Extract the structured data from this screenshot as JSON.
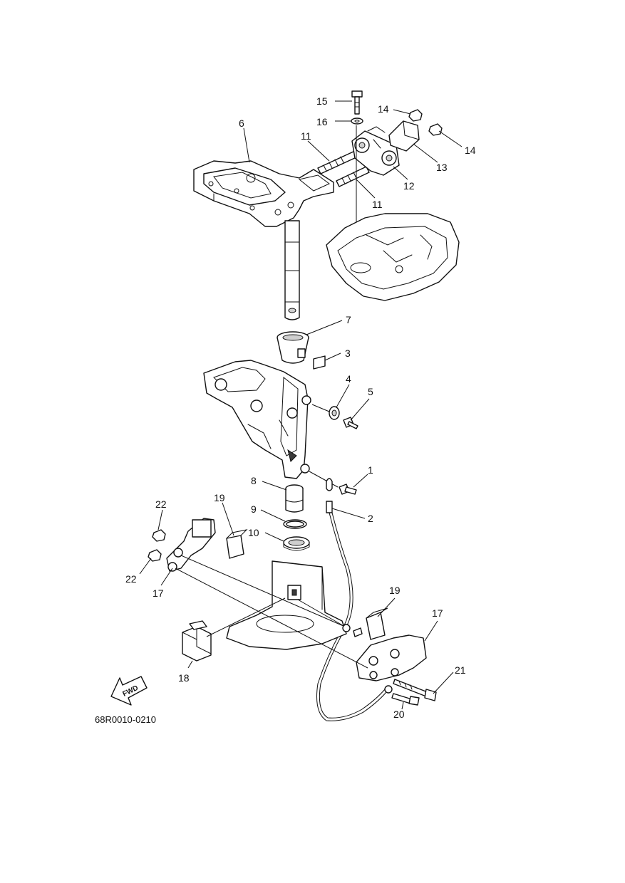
{
  "figure": {
    "code": "68R0010-0210",
    "direction_label": "FWD"
  },
  "callouts": [
    {
      "id": "c15",
      "label": "15"
    },
    {
      "id": "c16",
      "label": "16"
    },
    {
      "id": "c14a",
      "label": "14"
    },
    {
      "id": "c14b",
      "label": "14"
    },
    {
      "id": "c6",
      "label": "6"
    },
    {
      "id": "c11a",
      "label": "11"
    },
    {
      "id": "c11b",
      "label": "11"
    },
    {
      "id": "c13",
      "label": "13"
    },
    {
      "id": "c12",
      "label": "12"
    },
    {
      "id": "c7",
      "label": "7"
    },
    {
      "id": "c3",
      "label": "3"
    },
    {
      "id": "c4",
      "label": "4"
    },
    {
      "id": "c5",
      "label": "5"
    },
    {
      "id": "c1",
      "label": "1"
    },
    {
      "id": "c8",
      "label": "8"
    },
    {
      "id": "c2",
      "label": "2"
    },
    {
      "id": "c9",
      "label": "9"
    },
    {
      "id": "c10",
      "label": "10"
    },
    {
      "id": "c19a",
      "label": "19"
    },
    {
      "id": "c22a",
      "label": "22"
    },
    {
      "id": "c22b",
      "label": "22"
    },
    {
      "id": "c17a",
      "label": "17"
    },
    {
      "id": "c19b",
      "label": "19"
    },
    {
      "id": "c17b",
      "label": "17"
    },
    {
      "id": "c18",
      "label": "18"
    },
    {
      "id": "c21",
      "label": "21"
    },
    {
      "id": "c20",
      "label": "20"
    }
  ]
}
